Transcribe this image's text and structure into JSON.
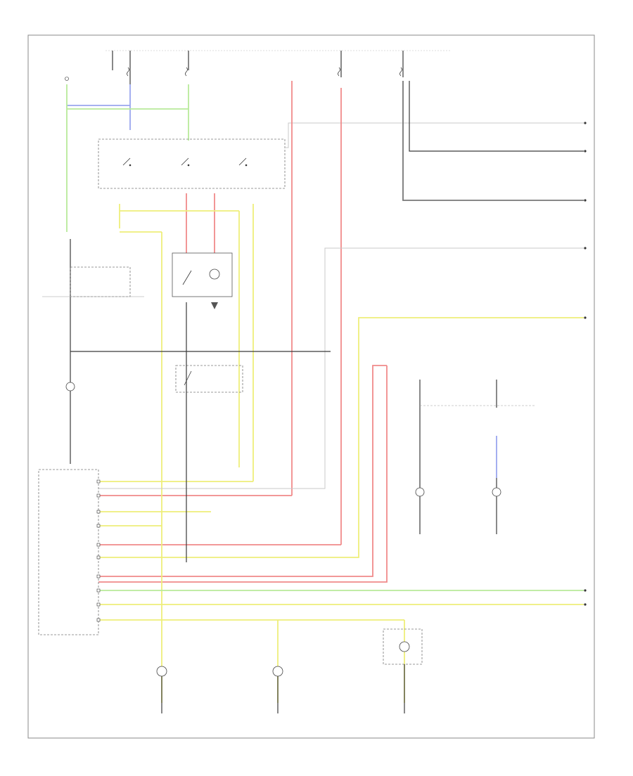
{
  "diagram": {
    "footer_code": "",
    "right_terminals": [
      {
        "id": "A"
      },
      {
        "id": "B"
      },
      {
        "id": "C"
      },
      {
        "id": "D"
      },
      {
        "id": "E"
      },
      {
        "id": "F"
      },
      {
        "id": "G"
      }
    ],
    "colors": {
      "red": "#f08a8a",
      "yellow": "#eeee7a",
      "green": "#b8ea9a",
      "blue": "#9aa6ee",
      "dark_gray": "#777777",
      "black": "#3a3a3a",
      "gray": "#c8c8c8"
    }
  }
}
